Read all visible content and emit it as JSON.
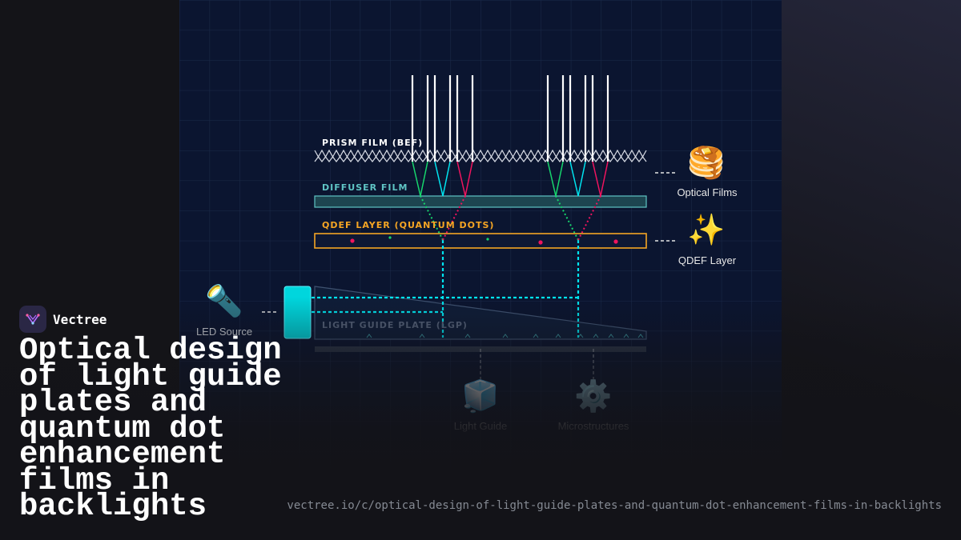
{
  "brand": {
    "name": "Vectree",
    "logo_icon": "vectree-logo-icon"
  },
  "title": "Optical design\nof light guide\nplates and\nquantum dot\nenhancement\nfilms in\nbacklights",
  "url": "vectree.io/c/optical-design-of-light-guide-plates-and-quantum-dot-enhancement-films-in-backlights",
  "layers": {
    "prism": "PRISM FILM (BEF)",
    "diffuser": "DIFFUSER FILM",
    "qdef": "QDEF LAYER (QUANTUM DOTS)",
    "lgp": "LIGHT GUIDE PLATE (LGP)"
  },
  "callouts": {
    "optical_films": {
      "label": "Optical Films",
      "icon": "pancakes-icon",
      "glyph": "🥞"
    },
    "qdef": {
      "label": "QDEF Layer",
      "icon": "sparkles-icon",
      "glyph": "✨"
    },
    "led": {
      "label": "LED Source",
      "icon": "flashlight-icon",
      "glyph": "🔦"
    },
    "light_guide": {
      "label": "Light Guide",
      "icon": "cube-icon",
      "glyph": "🧊"
    },
    "microstructures": {
      "label": "Microstructures",
      "icon": "gear-icon",
      "glyph": "⚙️"
    }
  },
  "colors": {
    "panel_bg": "#0b1530",
    "cyan": "#00e5f0",
    "green": "#17d66d",
    "red": "#f0145e",
    "orange": "#f5a524",
    "diffuser": "#5fc4c4",
    "white": "#ffffff"
  }
}
